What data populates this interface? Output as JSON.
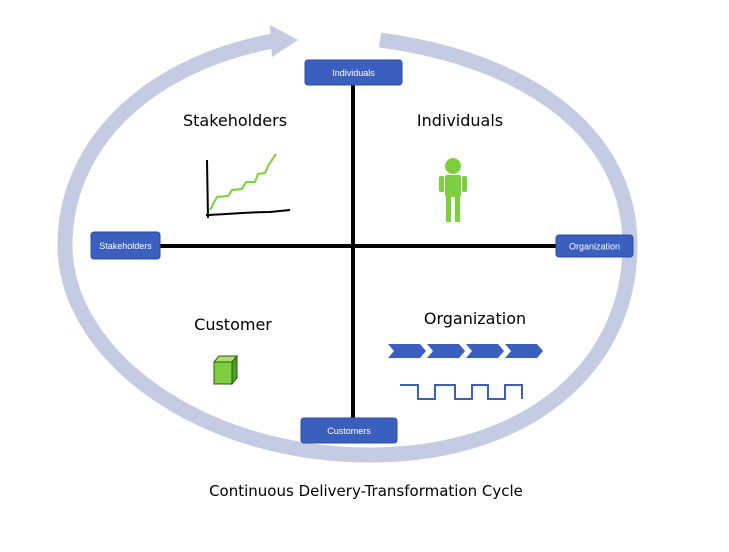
{
  "axis_labels": {
    "top": "Individuals",
    "left": "Stakeholders",
    "right": "Organization",
    "bottom": "Customers"
  },
  "quadrants": {
    "top_left": {
      "title": "Stakeholders",
      "icon": "growth-chart-icon"
    },
    "top_right": {
      "title": "Individuals",
      "icon": "person-icon"
    },
    "bottom_left": {
      "title": "Customer",
      "icon": "cube-icon"
    },
    "bottom_right": {
      "title": "Organization",
      "icon": "process-flow-icon"
    }
  },
  "caption": "Continuous Delivery-Transformation Cycle",
  "colors": {
    "cycle_arrow": "#c5cbe3",
    "label_box": "#3a5fbe",
    "label_box_border": "#2f4f9e",
    "icon_green": "#7dcf3e",
    "axis": "#000000"
  }
}
